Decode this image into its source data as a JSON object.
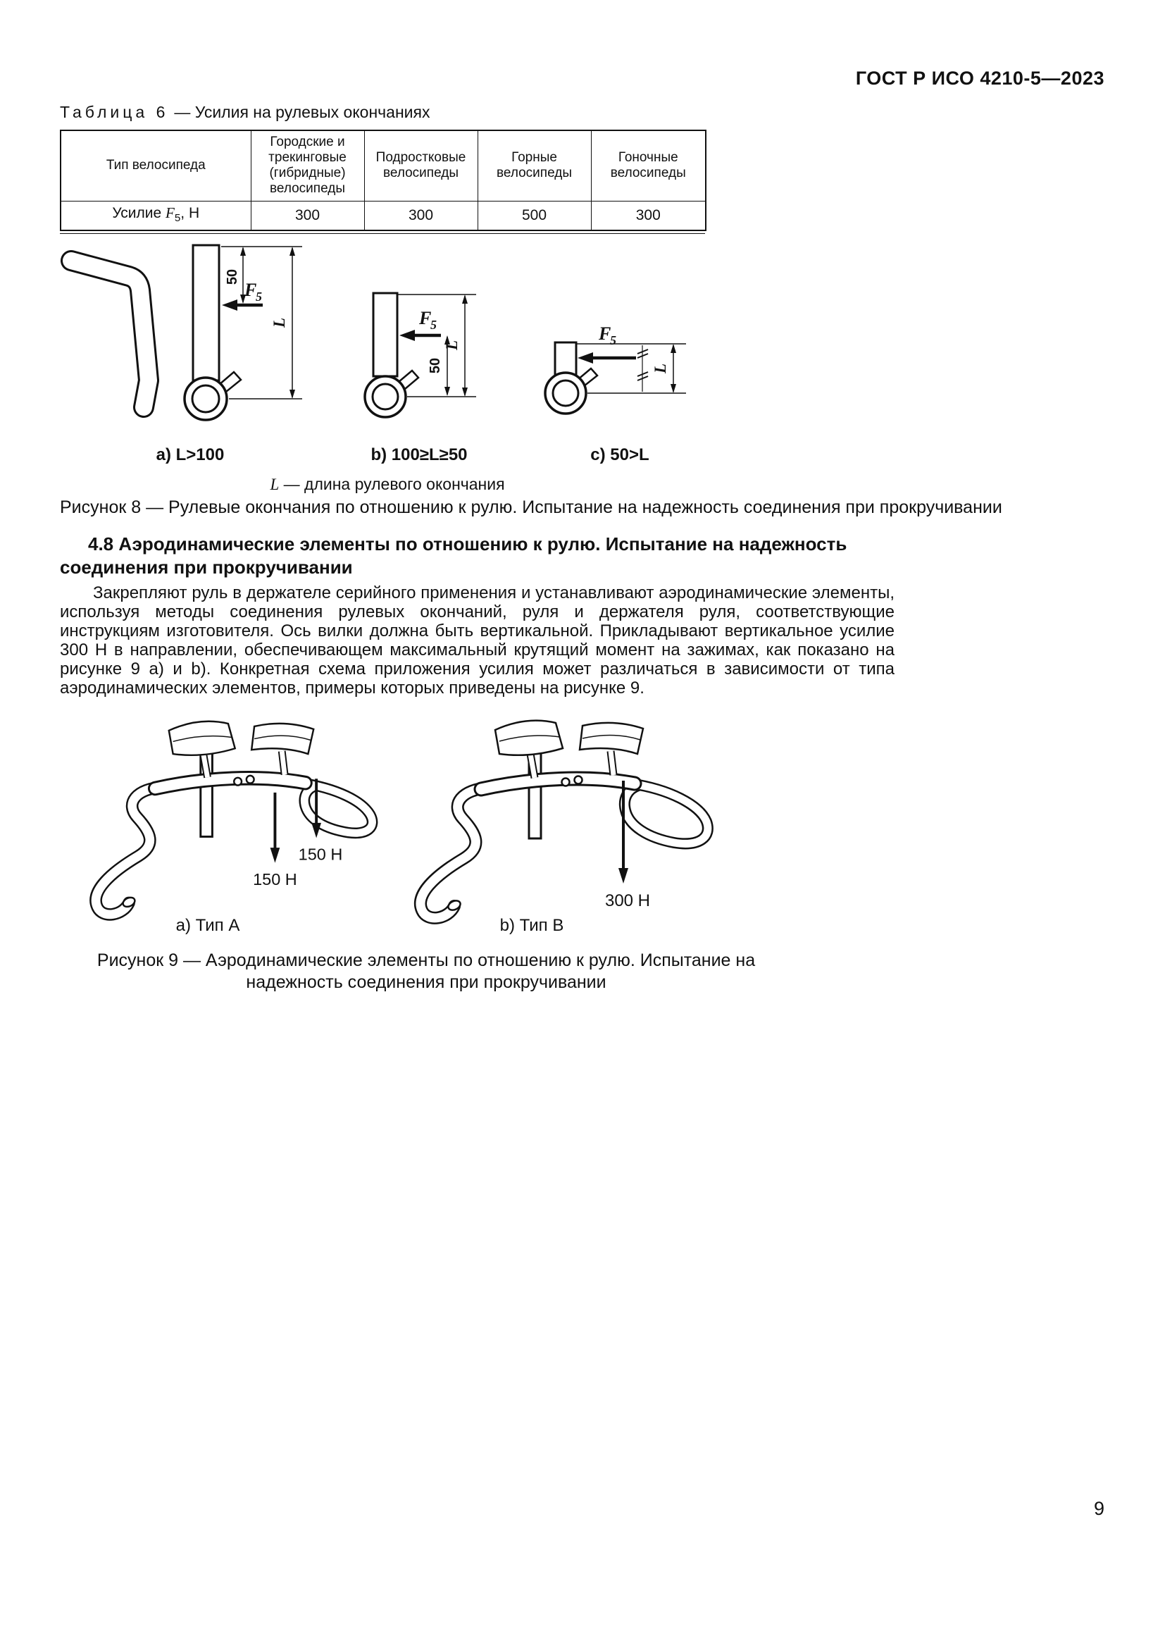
{
  "page": {
    "header": "ГОСТ Р ИСО 4210-5—2023",
    "number": "9"
  },
  "table6": {
    "label": "Таблица 6",
    "title": "— Усилия на рулевых окончаниях",
    "col_headers": [
      "Тип велосипеда",
      "Городские и трекинговые (гибридные) велосипеды",
      "Подростковые велосипеды",
      "Горные велосипеды",
      "Гоночные велосипеды"
    ],
    "row": {
      "label_prefix": "Усилие ",
      "symbol": "F",
      "symbol_sub": "5",
      "label_suffix": ", Н",
      "values": [
        "300",
        "300",
        "500",
        "300"
      ]
    }
  },
  "figure8": {
    "force_symbol": "F",
    "force_sub": "5",
    "dim_50": "50",
    "dim_L": "L",
    "sub_labels": [
      "a) L>100",
      "b) 100≥L≥50",
      "c) 50>L"
    ],
    "legend_symbol": "L",
    "legend_text": " — длина рулевого окончания",
    "caption": "Рисунок 8 — Рулевые окончания по отношению к рулю. Испытание на надежность соединения при прокручивании"
  },
  "section_4_8": {
    "heading": "4.8 Аэродинамические элементы по отношению к рулю. Испытание на надежность соединения при прокручивании",
    "paragraph": "Закрепляют руль в держателе серийного применения и устанавливают аэродинамические элементы, используя методы соединения рулевых окончаний, руля и держателя руля, соответствующие инструкциям изготовителя. Ось вилки должна быть вертикальной. Прикладывают вертикальное усилие 300 Н в направлении, обеспечивающем максимальный крутящий момент на зажимах, как показано на рисунке 9 a) и b). Конкретная схема приложения усилия может различаться в зависимости от типа аэродинамических элементов, примеры которых приведены на рисунке 9."
  },
  "figure9": {
    "forces_a": [
      "150 Н",
      "150 Н"
    ],
    "force_b": "300 Н",
    "sub_labels": [
      "a) Тип A",
      "b) Тип B"
    ],
    "caption": "Рисунок 9 — Аэродинамические элементы по отношению к рулю. Испытание на надежность соединения при прокручивании"
  }
}
